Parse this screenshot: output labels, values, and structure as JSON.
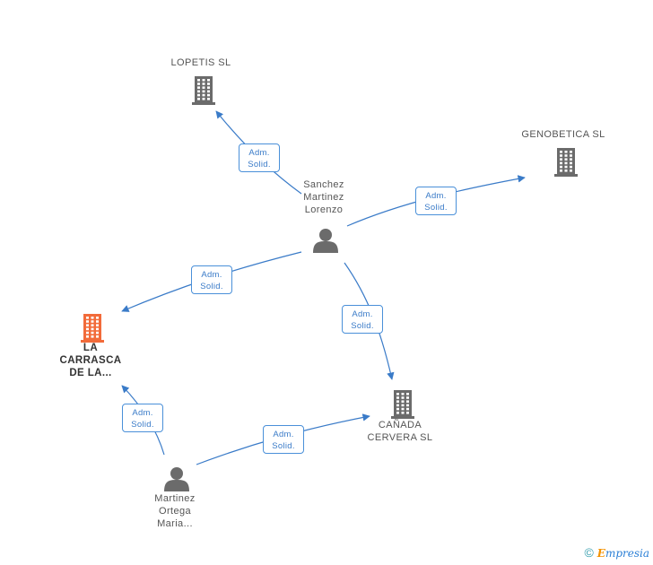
{
  "colors": {
    "company": "#6b6b6b",
    "main_company": "#f26b3a",
    "person": "#6b6b6b",
    "edge": "#3a7bc8"
  },
  "nodes": [
    {
      "id": "lopetis",
      "kind": "company",
      "label": "LOPETIS SL"
    },
    {
      "id": "genobetica",
      "kind": "company",
      "label": "GENOBETICA SL"
    },
    {
      "id": "sanchez",
      "kind": "person",
      "label": "Sanchez\nMartinez\nLorenzo"
    },
    {
      "id": "carrasca",
      "kind": "company-main",
      "label": "LA\nCARRASCA\nDE LA..."
    },
    {
      "id": "canada",
      "kind": "company",
      "label": "CAÑADA\nCERVERA SL"
    },
    {
      "id": "martinez",
      "kind": "person",
      "label": "Martinez\nOrtega\nMaria..."
    }
  ],
  "edges": [
    {
      "from": "sanchez",
      "to": "lopetis",
      "label": "Adm.\nSolid."
    },
    {
      "from": "sanchez",
      "to": "genobetica",
      "label": "Adm.\nSolid."
    },
    {
      "from": "sanchez",
      "to": "carrasca",
      "label": "Adm.\nSolid."
    },
    {
      "from": "sanchez",
      "to": "canada",
      "label": "Adm.\nSolid."
    },
    {
      "from": "martinez",
      "to": "carrasca",
      "label": "Adm.\nSolid."
    },
    {
      "from": "martinez",
      "to": "canada",
      "label": "Adm.\nSolid."
    }
  ],
  "footer": {
    "copyright": "©",
    "brand_initial": "E",
    "brand_rest": "mpresia"
  }
}
